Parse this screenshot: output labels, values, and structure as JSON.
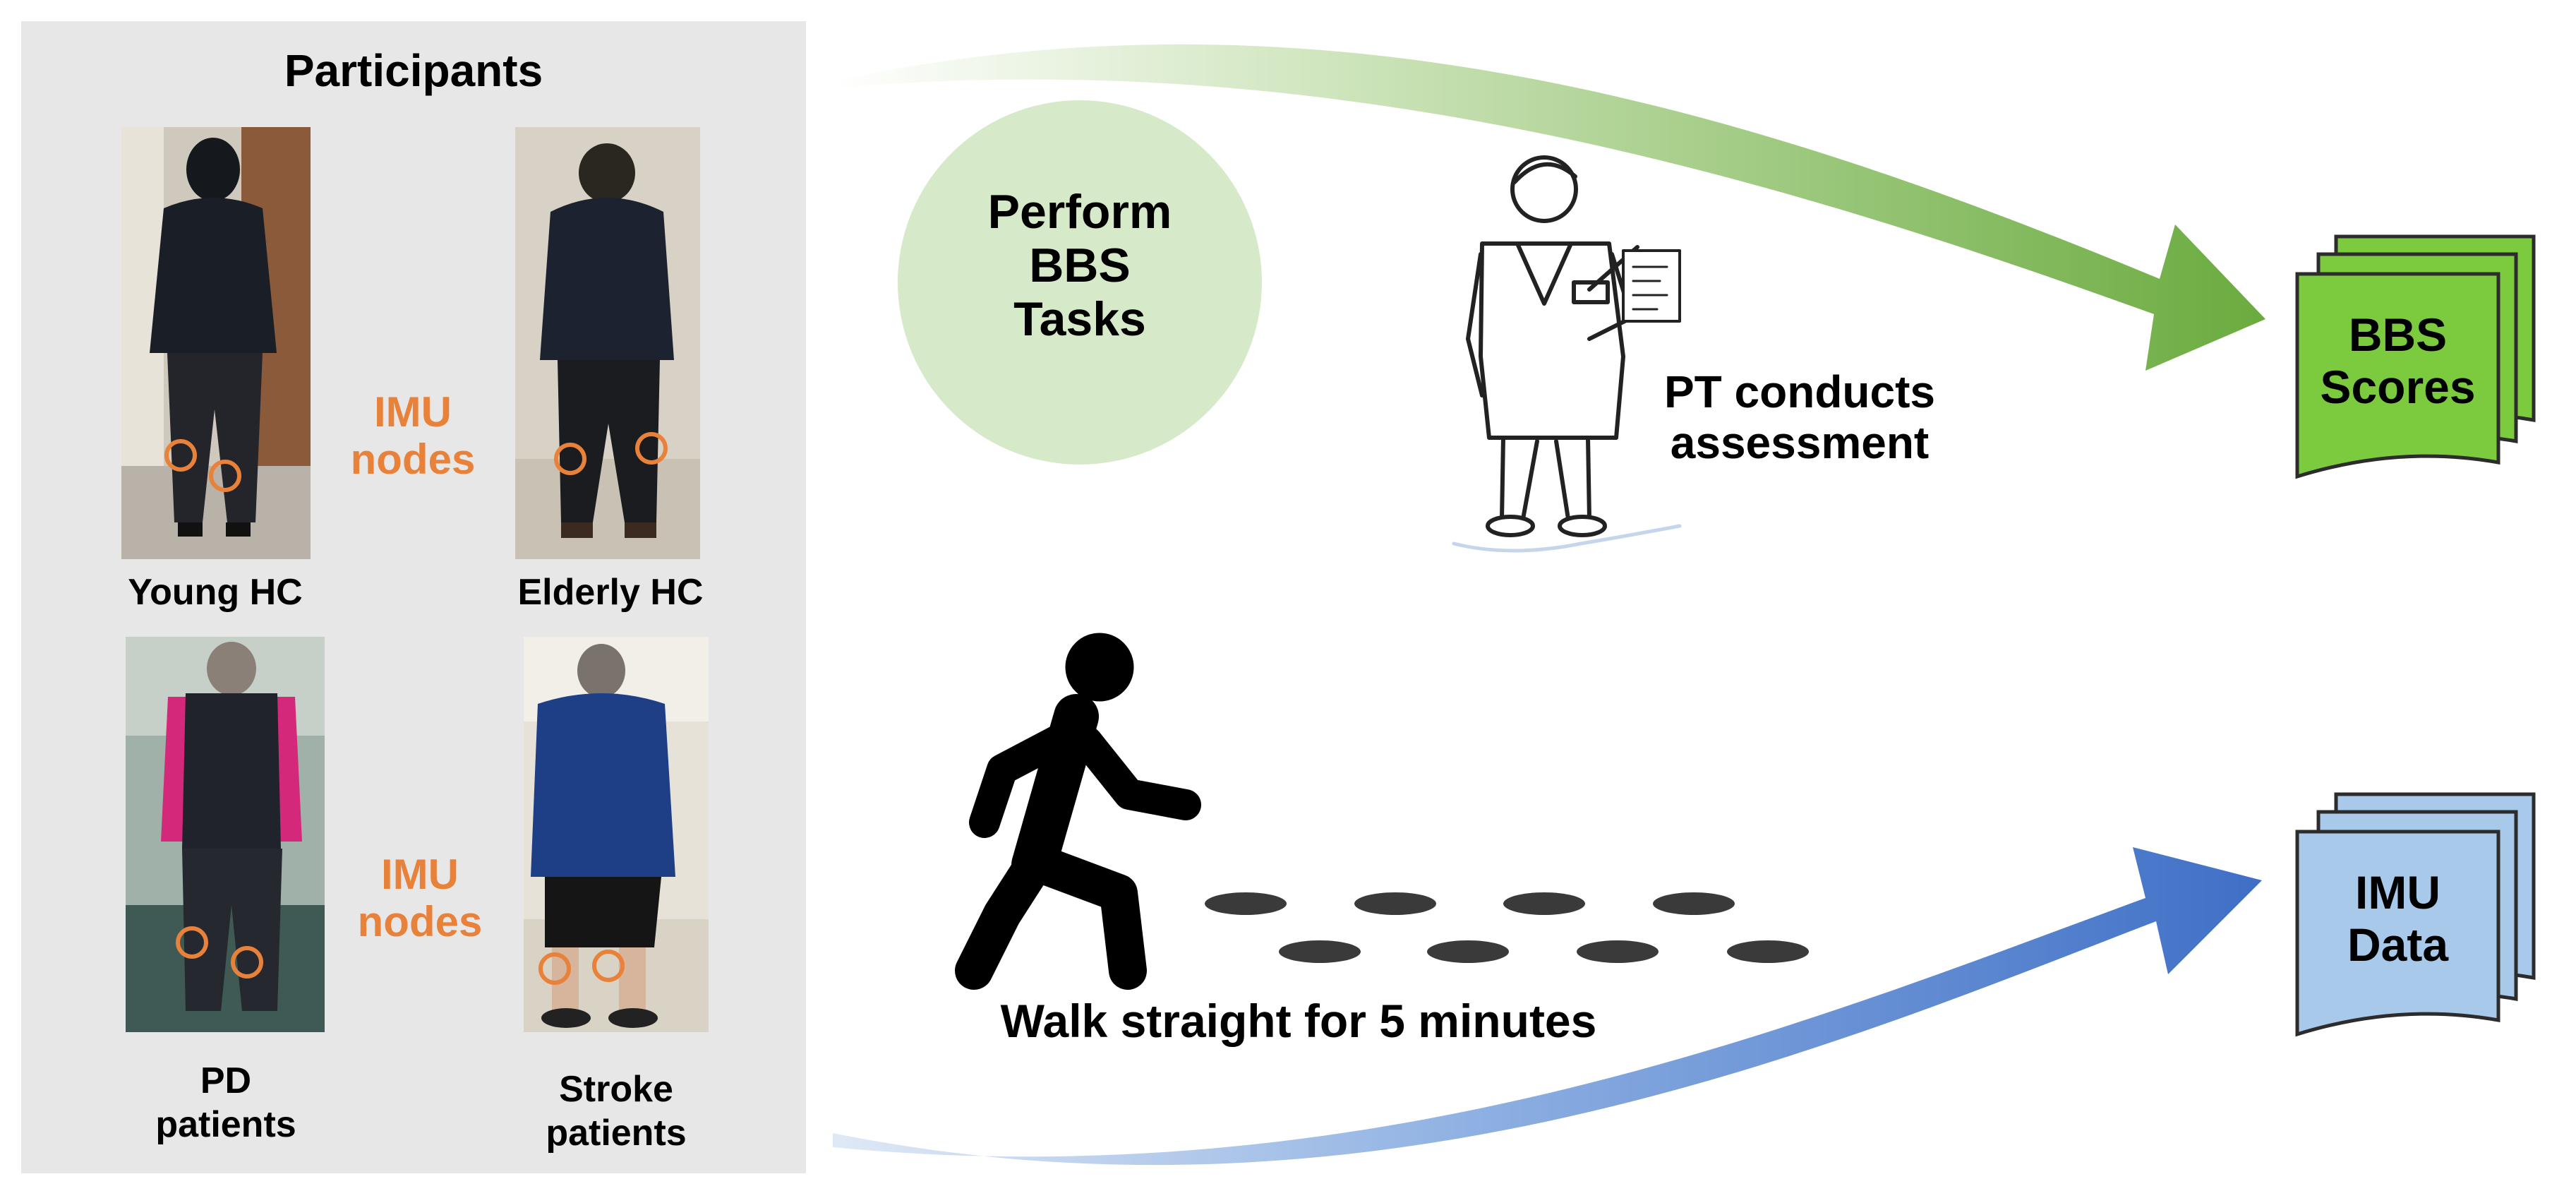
{
  "participants_panel": {
    "title": "Participants",
    "photos": [
      {
        "label": "Young HC"
      },
      {
        "label": "Elderly HC"
      },
      {
        "label": "PD\npatients"
      },
      {
        "label": "Stroke\npatients"
      }
    ],
    "imu_nodes_label_top": "IMU\nnodes",
    "imu_nodes_label_bottom": "IMU\nnodes"
  },
  "bbs_circle": {
    "label": "Perform\nBBS\nTasks"
  },
  "pt_caption": "PT conducts\nassessment",
  "walk_caption": "Walk straight for 5 minutes",
  "bbs_scores_doc": {
    "label": "BBS\nScores"
  },
  "imu_data_doc": {
    "label": "IMU\nData"
  },
  "colors": {
    "imu_orange": "#e8823a",
    "green_arrow": "#6aab3e",
    "blue_arrow": "#3f6fc6",
    "circle_fill": "#d6e9c8",
    "doc_green": "#7ccb3f",
    "doc_blue": "#a8c9ea",
    "panel_gray": "#e7e7e7"
  }
}
